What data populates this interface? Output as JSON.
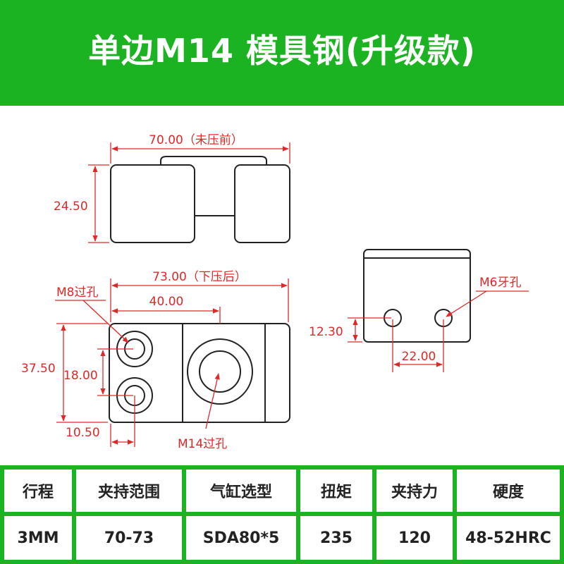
{
  "header": {
    "title": "单边M14 模具钢(升级款)"
  },
  "colors": {
    "green": "#1bb321",
    "dimension_red": "#e02828",
    "outline": "#222222"
  },
  "drawing": {
    "top_view": {
      "width_label": "70.00（未压前）",
      "height_label": "24.50"
    },
    "front_view": {
      "width_label": "73.00（下压后）",
      "offset_label": "40.00",
      "height_label": "37.50",
      "hole_spacing_label": "18.00",
      "edge_label": "10.50",
      "m8_label": "M8过孔",
      "m14_label": "M14过孔"
    },
    "side_view": {
      "m6_label": "M6牙孔",
      "height_label": "12.30",
      "spacing_label": "22.00"
    }
  },
  "specs": {
    "headers": [
      "行程",
      "夹持范围",
      "气缸选型",
      "扭矩",
      "夹持力",
      "硬度"
    ],
    "values": [
      "3MM",
      "70-73",
      "SDA80*5",
      "235",
      "120",
      "48-52HRC"
    ]
  }
}
